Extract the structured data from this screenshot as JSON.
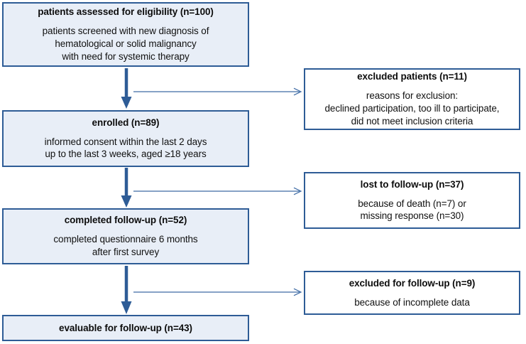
{
  "diagram": {
    "type": "flowchart",
    "title": "",
    "colors": {
      "box_fill_primary": "#e8eef7",
      "box_fill_secondary": "#ffffff",
      "box_border": "#2e5c96",
      "arrow": "#2e5c96",
      "text": "#111111"
    },
    "primary_nodes": [
      {
        "id": "assessed",
        "title": "patients assessed for eligibility (n=100)",
        "body": "patients screened with new diagnosis of\nhematological or solid malignancy\nwith need for systemic therapy",
        "count": 100
      },
      {
        "id": "enrolled",
        "title": "enrolled (n=89)",
        "body": "informed consent within the last 2 days\nup to the last 3 weeks, aged ≥18 years",
        "count": 89
      },
      {
        "id": "completed",
        "title": "completed follow-up (n=52)",
        "body": "completed questionnaire 6 months\nafter first survey",
        "count": 52
      },
      {
        "id": "evaluable",
        "title": "evaluable for follow-up (n=43)",
        "body": "",
        "count": 43
      }
    ],
    "side_nodes": [
      {
        "id": "excluded",
        "title": "excluded patients (n=11)",
        "body": "reasons for exclusion:\ndeclined participation, too ill to participate,\ndid not meet inclusion criteria",
        "count": 11
      },
      {
        "id": "lost",
        "title": "lost to follow-up (n=37)",
        "body": "because of death (n=7) or\nmissing response (n=30)",
        "count": 37
      },
      {
        "id": "excluded_fu",
        "title": "excluded for follow-up (n=9)",
        "body": "because of incomplete data",
        "count": 9
      }
    ],
    "connectors": [
      {
        "id": "assessed-to-enrolled",
        "kind": "vertical-arrow"
      },
      {
        "id": "assessed-to-excluded",
        "kind": "horizontal-arrow"
      },
      {
        "id": "enrolled-to-completed",
        "kind": "vertical-arrow"
      },
      {
        "id": "enrolled-to-lost",
        "kind": "horizontal-arrow"
      },
      {
        "id": "completed-to-evaluable",
        "kind": "vertical-arrow"
      },
      {
        "id": "completed-to-excluded-fu",
        "kind": "horizontal-arrow"
      }
    ]
  }
}
